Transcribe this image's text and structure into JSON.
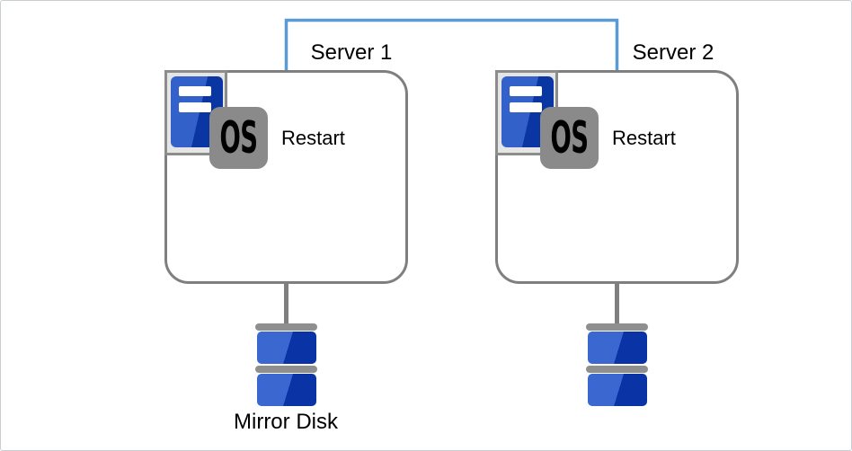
{
  "diagram": {
    "kind": "two-node-cluster-architecture",
    "servers": [
      {
        "label": "Server 1",
        "os_label": "OS",
        "action_label": "Restart"
      },
      {
        "label": "Server 2",
        "os_label": "OS",
        "action_label": "Restart"
      }
    ],
    "mirror_disk_label": "Mirror Disk",
    "colors": {
      "heartbeat_line": "#5b9bd5",
      "box_border": "#7f7f7f",
      "connector_gray": "#7f7f7f",
      "os_badge_gray": "#8a8a8a",
      "icon_frame_fill": "#e5e5e5",
      "icon_frame_border": "#8c8c8c",
      "server_blue_light": "#3161c9",
      "server_blue_dark": "#0a36a3",
      "disk_blue_light": "#3b67d1",
      "disk_blue_dark": "#0a33a6",
      "disk_bar_gray": "#8f8f8f"
    }
  }
}
